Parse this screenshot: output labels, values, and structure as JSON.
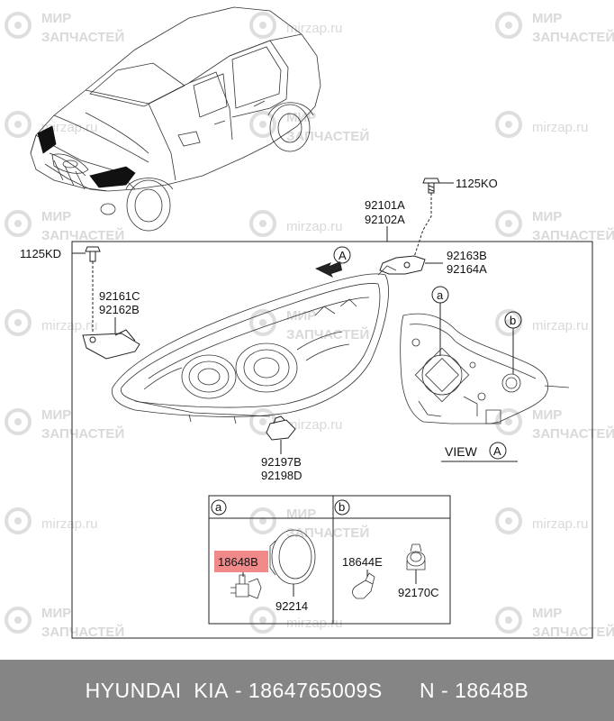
{
  "watermark": {
    "brand_line1": "МИР",
    "brand_line2": "ЗАПЧАСТЕЙ",
    "domain": "mirzap.ru"
  },
  "labels": {
    "screw_top": "1125KO",
    "lamp_assy_1": "92101A",
    "lamp_assy_2": "92102A",
    "screw_left": "1125KD",
    "bracket_top_1": "92163B",
    "bracket_top_2": "92164A",
    "bracket_left_1": "92161C",
    "bracket_left_2": "92162B",
    "bracket_bottom_1": "92197B",
    "bracket_bottom_2": "92198D",
    "view_arrow_letter": "A",
    "callout_a": "a",
    "callout_b": "b",
    "view_text": "VIEW",
    "view_letter": "A",
    "panel_a_letter": "a",
    "panel_b_letter": "b",
    "bulb_a": "18648B",
    "cap": "92214",
    "bulb_b": "18644E",
    "socket": "92170C"
  },
  "highlight_color": "#f08a8a",
  "footer": {
    "brand": "HYUNDAI  KIA",
    "separator": "-",
    "part_number": "1864765009S",
    "position_prefix": "N",
    "position": "18648B"
  }
}
